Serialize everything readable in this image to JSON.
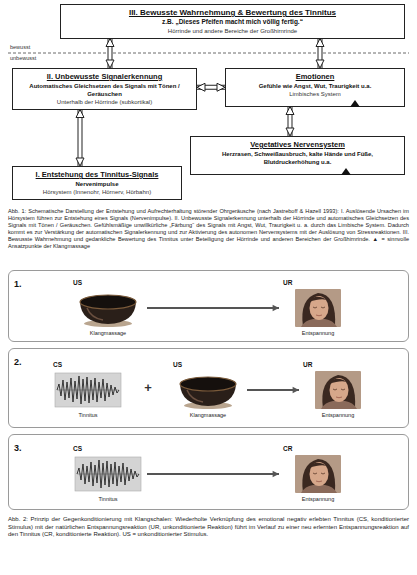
{
  "diagram": {
    "caption": "Abb. 2: Prinzip der Gegenkonditionierung mit Klangschalen: Wiederholte Verknüpfung des emotional negativ erlebten Tinnitus (CS, konditionierter Stimulus) mit der natürlichen Entspannungsreaktion (UR, unkonditionierte Reaktion) führt im Verlauf zu einer neu erlernten Entspannungsreaktion auf den Tinnitus (CR, konditionierte Reaktion). US = unkonditionierter Stimulus.",
    "nodes": [
      {
        "text": [
          "III. Bewusste Wahrnehmung & Bewertung des Tinnitus",
          "z.B. „Dieses Pfeifen macht mich völlig fertig.“",
          "Hörrinde und andere Bereiche der Großhirnrinde"
        ]
      },
      {
        "text": [
          "II. Unbewusste Signalerkennung",
          "Automatisches Gleichsetzen des Signals mit Tönen / Geräuschen",
          "Unterhalb der Hörrinde (subkortikal)"
        ]
      },
      {
        "text": [
          "Emotionen",
          "Gefühle wie Angst, Wut, Traurigkeit u.a.",
          "Limbisches System"
        ]
      },
      {
        "text": [
          "Vegetatives Nervensystem",
          "Herzrasen, Schweißausbruch, kalte Hände und Füße, Blutdruckerhöhung u.a."
        ]
      },
      {
        "text": [
          "I. Entstehung des Tinnitus-Signals",
          "Nervenimpulse",
          "Hörsystem (Innenohr, Hörnerv, Hörbahn)"
        ]
      },
      {
        "text": [
          "1."
        ]
      },
      {
        "text": [
          "US",
          "Klangmassage"
        ],
        "in": 5
      },
      {
        "text": [
          "UR",
          "Entspannung"
        ],
        "in": 5
      },
      {
        "text": [
          "2."
        ]
      },
      {
        "text": [
          "CS",
          "Tinnitus"
        ],
        "in": 8
      },
      {
        "text": [
          "US",
          "Klangmassage"
        ],
        "in": 8
      },
      {
        "text": [
          "UR",
          "Entspannung"
        ],
        "in": 8
      },
      {
        "text": [
          "3."
        ]
      },
      {
        "text": [
          "CS",
          "Tinnitus"
        ],
        "in": 12
      },
      {
        "text": [
          "CR",
          "Entspannung"
        ],
        "in": 12
      }
    ],
    "edges": [
      {
        "from": 0,
        "to": 1,
        "arrow": "both"
      },
      {
        "from": 0,
        "to": 2,
        "arrow": "both"
      },
      {
        "from": 1,
        "to": 2,
        "arrow": "both"
      },
      {
        "from": 1,
        "to": 4,
        "arrow": "both"
      },
      {
        "from": 2,
        "to": 3,
        "arrow": "both"
      },
      {
        "from": 6,
        "to": 7,
        "arrow": "to"
      },
      {
        "from": 10,
        "to": 11,
        "arrow": "to"
      },
      {
        "from": 13,
        "to": 14,
        "arrow": "to"
      }
    ],
    "labels": [
      "bewusst",
      "unbewusst",
      "Abb. 1: Schematische Darstellung der Entstehung und Aufrechterhaltung störender Ohrgeräusche (nach Jastreboff & Hazell 1993): I. Auslösende Ursachen im Hörsystem führen zur Entstehung eines Signals (Nervenimpulse). II. Unbewusste Signalerkennung unterhalb der Hörrinde und automatisches Gleichsetzen des Signals mit Tönen / Geräuschen. Gefühlsmäßige unwillkürliche „Färbung“ des Signals mit Angst, Wut, Traurigkeit u. a. durch das Limbische System. Dadurch kommt es zur Verstärkung der automatischen Signalerkennung und zur Aktivierung des autonomen Nervensystems mit der Auslösung von Stressreaktionen. III. Bewusste Wahrnehmung und gedankliche Bewertung des Tinnitus unter Beteiligung der Hörrinde und anderen Bereichen der Großhirnrinde. ▲ = sinnvolle Ansatzpunkte der Klangmassage",
      "+"
    ]
  }
}
